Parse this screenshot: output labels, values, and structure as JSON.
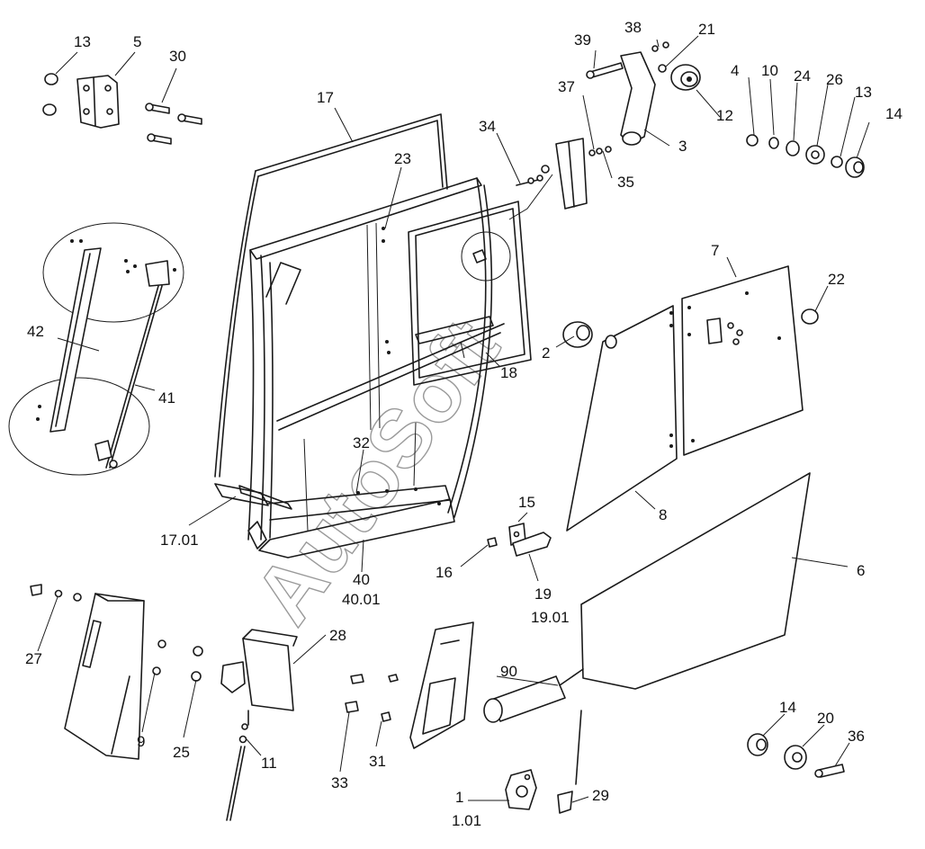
{
  "watermark": "AutoSoft",
  "labels": {
    "l1": "1",
    "l1_01": "1.01",
    "l2": "2",
    "l3": "3",
    "l4": "4",
    "l5": "5",
    "l6": "6",
    "l7": "7",
    "l8": "8",
    "l9": "9",
    "l10": "10",
    "l11": "11",
    "l12": "12",
    "l13a": "13",
    "l13b": "13",
    "l14a": "14",
    "l14b": "14",
    "l15": "15",
    "l16": "16",
    "l17": "17",
    "l17_01": "17.01",
    "l18": "18",
    "l19": "19",
    "l19_01": "19.01",
    "l20": "20",
    "l21": "21",
    "l22": "22",
    "l23": "23",
    "l24": "24",
    "l25": "25",
    "l26": "26",
    "l27": "27",
    "l28": "28",
    "l29": "29",
    "l30": "30",
    "l31": "31",
    "l32": "32",
    "l33": "33",
    "l34": "34",
    "l35": "35",
    "l36": "36",
    "l37": "37",
    "l38": "38",
    "l39": "39",
    "l40": "40",
    "l40_01": "40.01",
    "l41": "41",
    "l42": "42",
    "l90": "90"
  }
}
